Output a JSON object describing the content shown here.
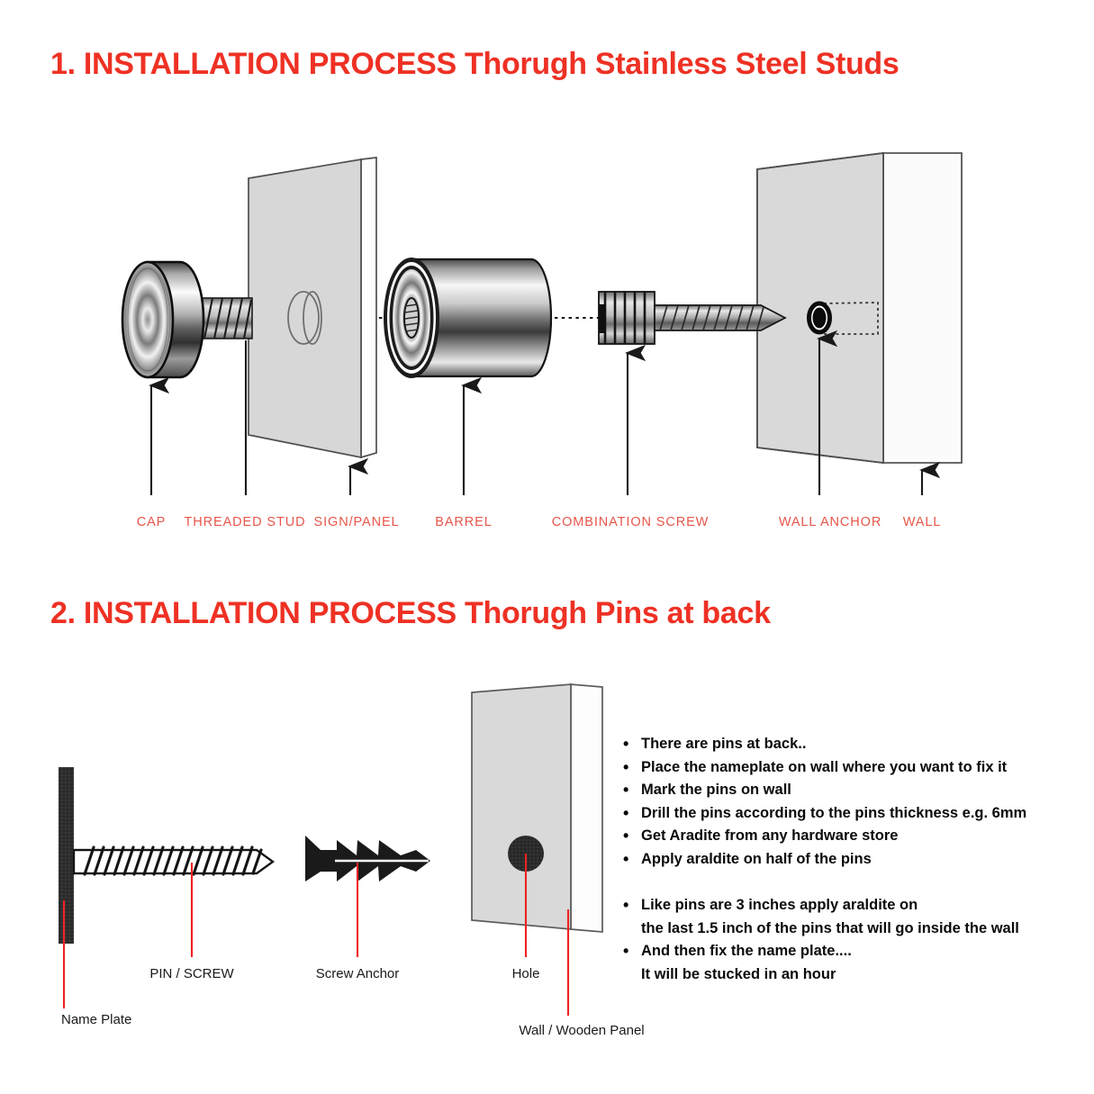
{
  "sections": [
    {
      "id": "section-1",
      "heading": "1. INSTALLATION PROCESS Thorugh Stainless Steel Studs",
      "parts": [
        {
          "key": "cap",
          "label": "CAP"
        },
        {
          "key": "threaded-stud",
          "label": "THREADED  STUD"
        },
        {
          "key": "sign-panel",
          "label": "SIGN/PANEL"
        },
        {
          "key": "barrel",
          "label": "BARREL"
        },
        {
          "key": "combination-screw",
          "label": "COMBINATION  SCREW"
        },
        {
          "key": "wall-anchor",
          "label": "WALL  ANCHOR"
        },
        {
          "key": "wall",
          "label": "WALL"
        }
      ]
    },
    {
      "id": "section-2",
      "heading": "2. INSTALLATION PROCESS Thorugh Pins at back",
      "parts": [
        {
          "key": "name-plate",
          "label": "Name Plate"
        },
        {
          "key": "pin-screw",
          "label": "PIN / SCREW"
        },
        {
          "key": "screw-anchor",
          "label": "Screw Anchor"
        },
        {
          "key": "hole",
          "label": "Hole"
        },
        {
          "key": "wall-wooden-panel",
          "label": "Wall / Wooden Panel"
        }
      ],
      "instructions": [
        {
          "lines": [
            "There are pins at back.."
          ],
          "gap_before": false
        },
        {
          "lines": [
            "Place the nameplate on wall where you want to fix it"
          ],
          "gap_before": false
        },
        {
          "lines": [
            "Mark the pins on wall"
          ],
          "gap_before": false
        },
        {
          "lines": [
            "Drill the pins according to the pins thickness e.g. 6mm"
          ],
          "gap_before": false
        },
        {
          "lines": [
            "Get Aradite from any hardware store"
          ],
          "gap_before": false
        },
        {
          "lines": [
            "Apply araldite on half of the pins"
          ],
          "gap_before": false
        },
        {
          "lines": [
            "Like pins are 3 inches apply araldite on",
            "the last 1.5 inch of the pins that will go inside the wall"
          ],
          "gap_before": true
        },
        {
          "lines": [
            "And then fix the name plate....",
            "It will be stucked in an hour"
          ],
          "gap_before": false
        }
      ]
    }
  ],
  "colors": {
    "heading_red": "#ee3124",
    "label_red": "#e8564a",
    "leader_black": "#1a1a1a",
    "leader_red": "#ee2222",
    "panel_gray": "#d7d7d7",
    "panel_edge": "#f4f4f4",
    "metal_dark": "#1c1c1c",
    "background": "#ffffff",
    "text_dark": "#0a0a0a"
  },
  "bullet_glyph": "•"
}
